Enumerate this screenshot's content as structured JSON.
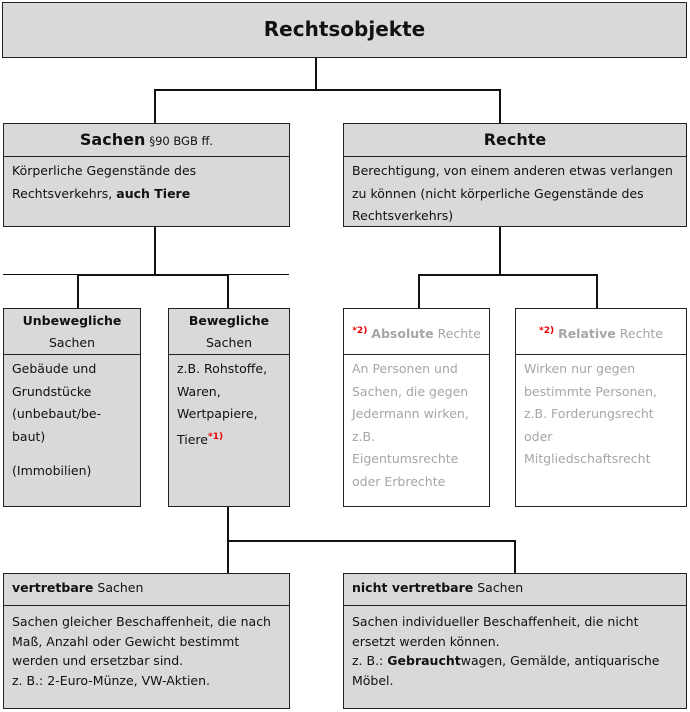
{
  "root": {
    "title": "Rechtsobjekte"
  },
  "sachen": {
    "title": "Sachen",
    "ref": "§90 BGB ff.",
    "desc": "Körperliche Gegenstände des Rechtsverkehrs,",
    "desc_bold": "auch Tiere"
  },
  "rechte": {
    "title": "Rechte",
    "desc": "Berechtigung, von einem anderen etwas verlangen zu können (nicht körperliche Gegenstände des Rechtsverkehrs)"
  },
  "unbewegliche": {
    "title_bold": "Unbewegliche",
    "title": "Sachen",
    "desc": "Gebäude und Grundstücke (unbebaut/be-baut)",
    "note": "(Immobilien)"
  },
  "bewegliche": {
    "title_bold": "Bewegliche",
    "title": "Sachen",
    "desc": "z.B. Rohstoffe, Waren, Wertpapiere, Tiere",
    "footnote": "*1)"
  },
  "absolute": {
    "footnote": "*2)",
    "title_bold": "Absolute",
    "title": "Rechte",
    "desc": "An Personen und Sachen, die gegen Jedermann wirken, z.B. Eigentumsrechte oder Erbrechte"
  },
  "relative": {
    "footnote": "*2)",
    "title_bold": "Relative",
    "title": "Rechte",
    "desc": "Wirken nur gegen bestimmte Personen, z.B. Forderungsrecht oder Mitgliedschaftsrecht"
  },
  "vertretbare": {
    "title_bold": "vertretbare",
    "title": "Sachen",
    "desc": "Sachen gleicher Beschaffenheit, die nach Maß, Anzahl oder Gewicht bestimmt werden und ersetzbar sind.",
    "example": "z. B.: 2-Euro-Münze, VW-Aktien."
  },
  "nicht_vertretbare": {
    "title_bold": "nicht vertretbare",
    "title": "Sachen",
    "desc": "Sachen individueller Beschaffenheit, die nicht ersetzt werden können.",
    "example_prefix": "z. B.:",
    "example_bold": "Gebraucht",
    "example": "wagen, Gemälde, antiquarische Möbel."
  }
}
